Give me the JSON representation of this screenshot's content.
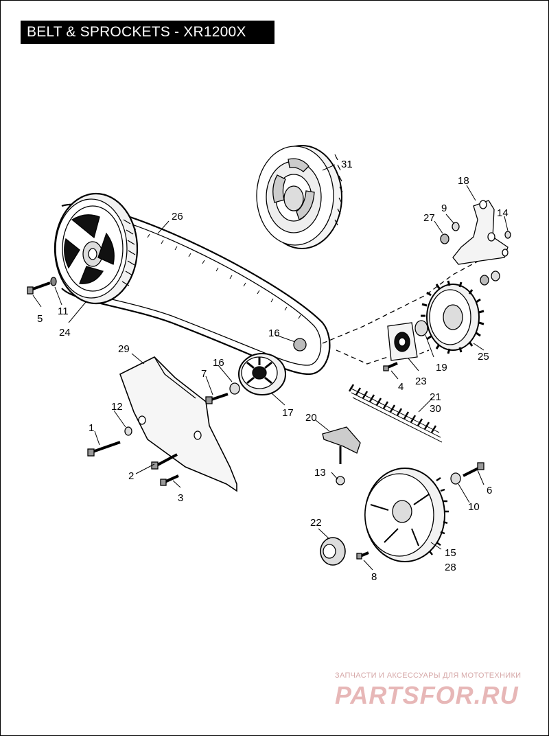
{
  "header": {
    "title": "BELT & SPROCKETS - XR1200X"
  },
  "callouts": {
    "c1": "1",
    "c2": "2",
    "c3": "3",
    "c4": "4",
    "c5": "5",
    "c6": "6",
    "c7": "7",
    "c8": "8",
    "c9": "9",
    "c10": "10",
    "c11": "11",
    "c12": "12",
    "c13": "13",
    "c14": "14",
    "c15": "15",
    "c16a": "16",
    "c16b": "16",
    "c17": "17",
    "c18": "18",
    "c19": "19",
    "c20": "20",
    "c21": "21",
    "c22": "22",
    "c23": "23",
    "c24": "24",
    "c25": "25",
    "c26": "26",
    "c27": "27",
    "c28": "28",
    "c29": "29",
    "c30": "30",
    "c31": "31"
  },
  "watermark": {
    "caption": "ЗАПЧАСТИ И АКСЕССУАРЫ ДЛЯ МОТОТЕХНИКИ",
    "logo": "PARTSFOR.RU"
  }
}
